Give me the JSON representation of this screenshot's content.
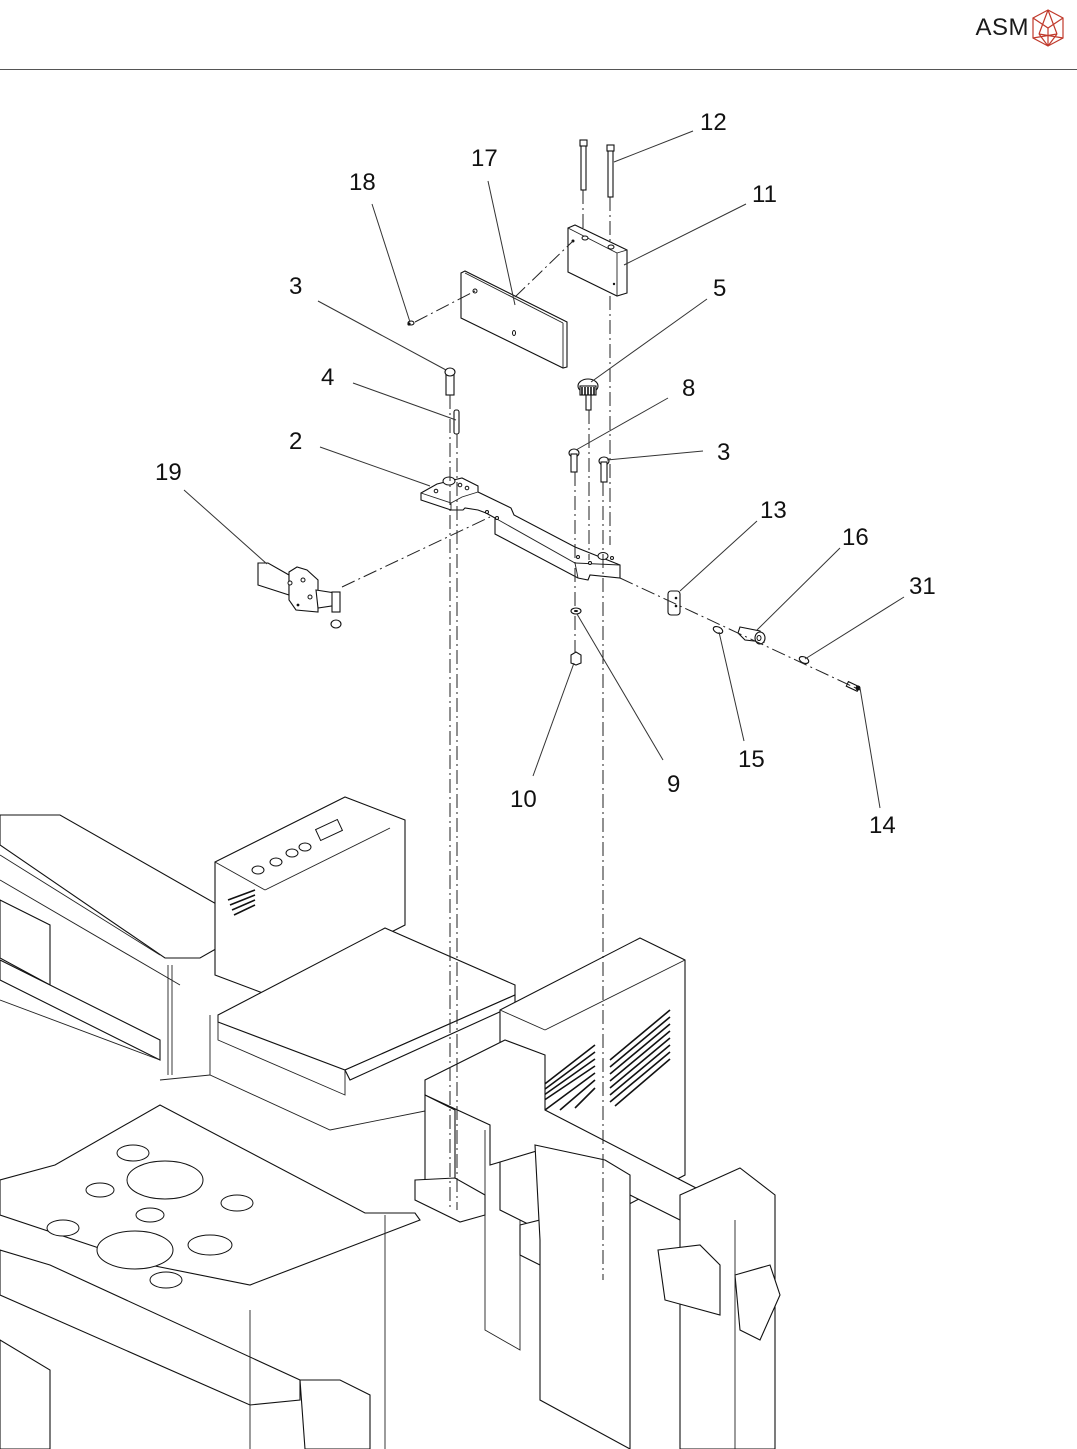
{
  "header": {
    "brand": "ASM",
    "logo_icon": "asm-icosahedron-logo-icon",
    "logo_color": "#c0392b"
  },
  "figure": {
    "description": "Exploded assembly view of bracket and clamp parts mounting onto machine frame",
    "callouts": [
      {
        "id": "c12",
        "label": "12"
      },
      {
        "id": "c17",
        "label": "17"
      },
      {
        "id": "c18",
        "label": "18"
      },
      {
        "id": "c11",
        "label": "11"
      },
      {
        "id": "c3a",
        "label": "3"
      },
      {
        "id": "c5",
        "label": "5"
      },
      {
        "id": "c4",
        "label": "4"
      },
      {
        "id": "c8",
        "label": "8"
      },
      {
        "id": "c2",
        "label": "2"
      },
      {
        "id": "c3b",
        "label": "3"
      },
      {
        "id": "c19",
        "label": "19"
      },
      {
        "id": "c13",
        "label": "13"
      },
      {
        "id": "c16",
        "label": "16"
      },
      {
        "id": "c31",
        "label": "31"
      },
      {
        "id": "c15",
        "label": "15"
      },
      {
        "id": "c9",
        "label": "9"
      },
      {
        "id": "c10",
        "label": "10"
      },
      {
        "id": "c14",
        "label": "14"
      }
    ]
  }
}
